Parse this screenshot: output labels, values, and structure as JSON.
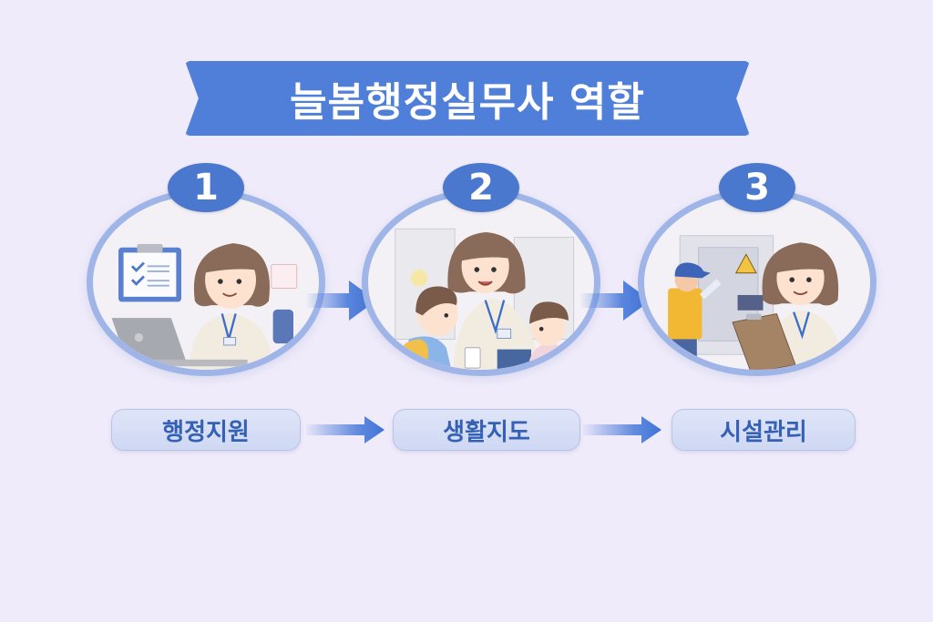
{
  "title": "늘봄행정실무사 역할",
  "colors": {
    "background": "#efebfa",
    "banner": "#4f7fd8",
    "badge": "#4b78cf",
    "ring": "#9fb5e8",
    "label_text": "#3461b5",
    "arrow": "#3f73d8"
  },
  "steps": [
    {
      "number": "1",
      "label": "행정지원",
      "illustration": "woman-with-laptop-and-checklist-clipboard"
    },
    {
      "number": "2",
      "label": "생활지도",
      "illustration": "woman-guiding-children-in-hallway"
    },
    {
      "number": "3",
      "label": "시설관리",
      "illustration": "woman-with-clipboard-and-maintenance-worker"
    }
  ]
}
